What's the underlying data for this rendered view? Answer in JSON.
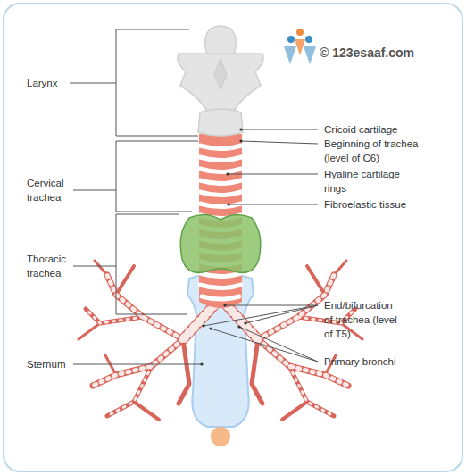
{
  "diagram": {
    "labels": [
      "Larynx",
      "Cervical trachea",
      "Thoracic trachea",
      "Sternum",
      "Cricoid cartilage",
      "Beginning of trachea (level of C6)",
      "Hyaline cartilage rings",
      "Fibroelastic tissue",
      "End/bifurcation of trachea (level of T5)",
      "Primary bronchi",
      "© 123esaaf.com"
    ]
  }
}
